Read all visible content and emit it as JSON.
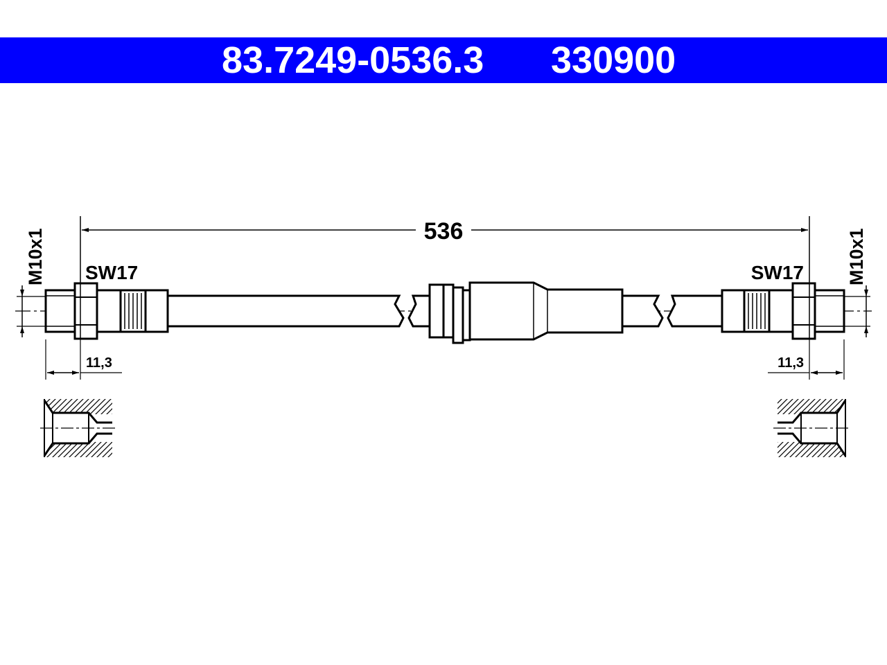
{
  "header": {
    "part_number": "83.7249-0536.3",
    "reference_number": "330900",
    "background_color": "#0000ff",
    "text_color": "#ffffff"
  },
  "drawing": {
    "overall_length": "536",
    "left_end": {
      "thread": "M10x1",
      "wrench_size": "SW17",
      "length": "11,3"
    },
    "right_end": {
      "thread": "M10x1",
      "wrench_size": "SW17",
      "length": "11,3"
    }
  }
}
